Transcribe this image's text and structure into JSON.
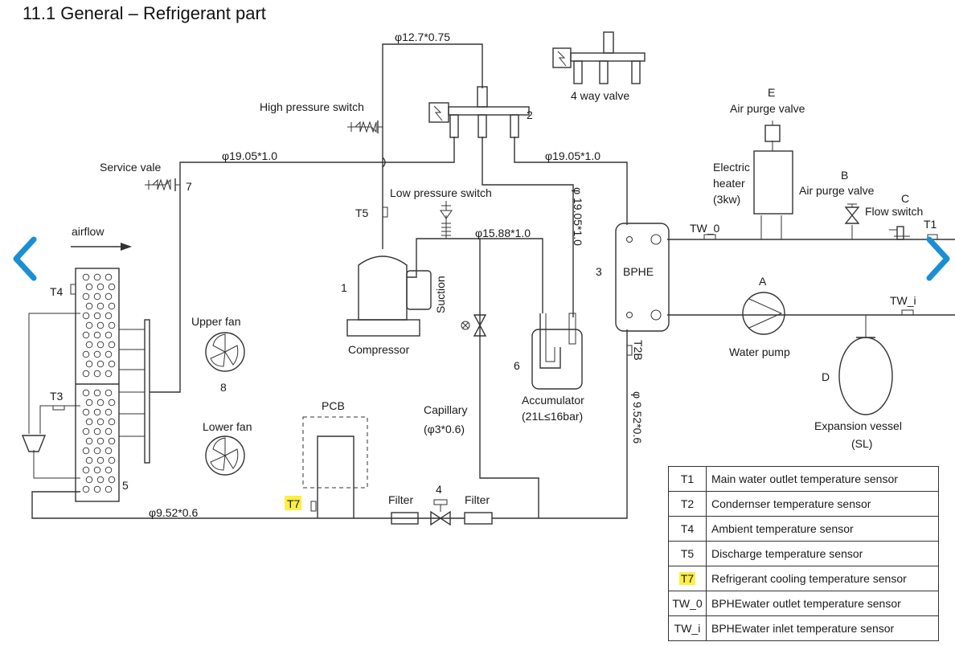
{
  "page": {
    "title": "11.1 General – Refrigerant part"
  },
  "labels": {
    "pipe_top": "φ12.7*0.75",
    "four_way_valve": "4 way valve",
    "high_pressure_switch": "High pressure switch",
    "num_2": "2",
    "service_vale": "Service vale",
    "num_7": "7",
    "pipe_left_main": "φ19.05*1.0",
    "pipe_right_main": "φ19.05*1.0",
    "pipe_vertical": "φ 19.05*1.0",
    "t5": "T5",
    "low_pressure_switch": "Low pressure switch",
    "pipe_suction": "φ15.88*1.0",
    "airflow": "airflow",
    "num_1": "1",
    "suction": "Suction",
    "compressor": "Compressor",
    "num_3": "3",
    "bphe": "BPHE",
    "t4": "T4",
    "upper_fan": "Upper fan",
    "num_8": "8",
    "num_6": "6",
    "accumulator": "Accumulator",
    "accumulator_spec": "(21L≤16bar)",
    "t2b": "T2B",
    "t3": "T3",
    "pcb": "PCB",
    "capillary": "Capillary",
    "capillary_spec": "(φ3*0.6)",
    "pipe_return": "φ 9.52*0.6",
    "lower_fan": "Lower fan",
    "num_5": "5",
    "num_4": "4",
    "filter_left": "Filter",
    "filter_right": "Filter",
    "t7": "T7",
    "pipe_bottom": "φ9.52*0.6",
    "e_label": "E",
    "air_purge_e": "Air purge valve",
    "electric_heater_1": "Electric",
    "electric_heater_2": "heater",
    "electric_heater_3": "(3kw)",
    "b_label": "B",
    "air_purge_b": "Air purge valve",
    "c_label": "C",
    "flow_switch": "Flow switch",
    "tw0": "TW_0",
    "t1": "T1",
    "a_label": "A",
    "twi": "TW_i",
    "water_pump": "Water pump",
    "d_label": "D",
    "expansion_vessel": "Expansion vessel",
    "expansion_vessel_spec": "(SL)"
  },
  "legend": [
    {
      "code": "T1",
      "desc": "Main water outlet temperature sensor",
      "highlight": false
    },
    {
      "code": "T2",
      "desc": "Condernser temperature sensor",
      "highlight": false
    },
    {
      "code": "T4",
      "desc": "Ambient temperature sensor",
      "highlight": false
    },
    {
      "code": "T5",
      "desc": "Discharge temperature sensor",
      "highlight": false
    },
    {
      "code": "T7",
      "desc": "Refrigerant cooling temperature sensor",
      "highlight": true
    },
    {
      "code": "TW_0",
      "desc": "BPHEwater outlet temperature sensor",
      "highlight": false
    },
    {
      "code": "TW_i",
      "desc": "BPHEwater inlet temperature sensor",
      "highlight": false
    }
  ],
  "colors": {
    "nav_arrow": "#1a8fd6",
    "highlight": "#ffee44",
    "line": "#333333"
  },
  "nav": {
    "prev_icon": "chevron-left-icon",
    "next_icon": "chevron-right-icon"
  }
}
